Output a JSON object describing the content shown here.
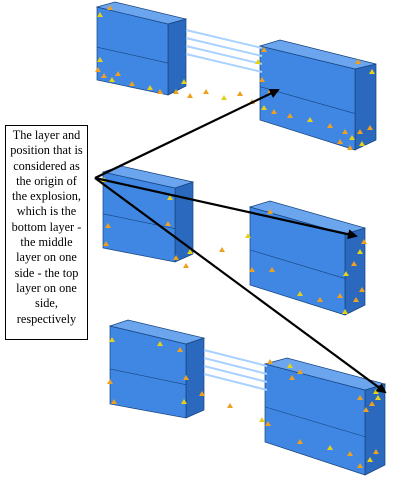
{
  "caption": {
    "text": "The layer and position that is considered as the origin of the explosion, which is the bottom layer - the middle layer on one side - the top layer on one side, respectively"
  },
  "colors": {
    "wall_front": "#3f87e2",
    "wall_top": "#6ba5ee",
    "wall_side": "#2a69bd",
    "edge": "#16437f",
    "bc_marker": "#f0a020",
    "bc_marker_alt": "#e4d21a",
    "tie": "#a9d2ff",
    "arrow": "#000000"
  },
  "figure": {
    "panels": [
      "top-model",
      "middle-model",
      "bottom-model"
    ],
    "arrow_count": 3
  }
}
